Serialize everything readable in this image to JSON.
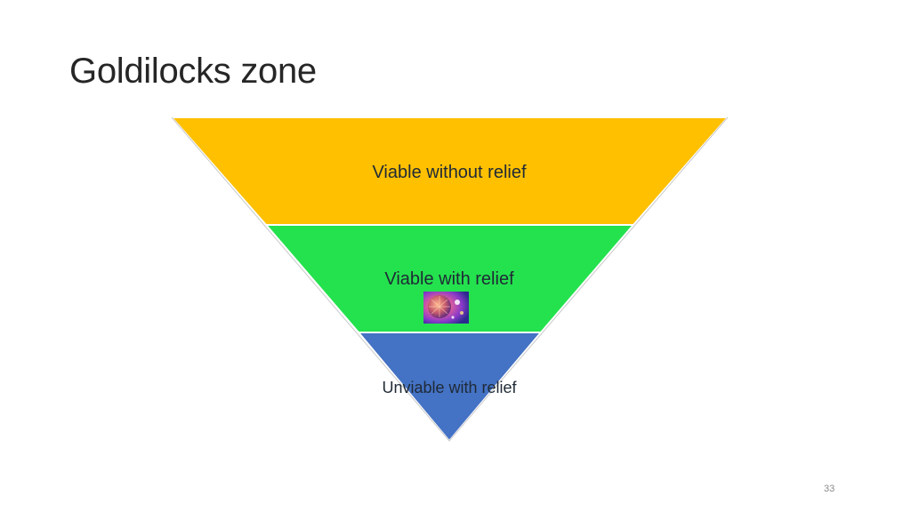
{
  "slide": {
    "title": "Goldilocks zone",
    "page_number": "33"
  },
  "pyramid": {
    "layers": [
      {
        "label": "Viable without relief",
        "color": "#FFC000"
      },
      {
        "label": "Viable with relief",
        "color": "#24E24E"
      },
      {
        "label": "Unviable with relief",
        "color": "#4472C4"
      }
    ],
    "image_description": "disco ball"
  }
}
